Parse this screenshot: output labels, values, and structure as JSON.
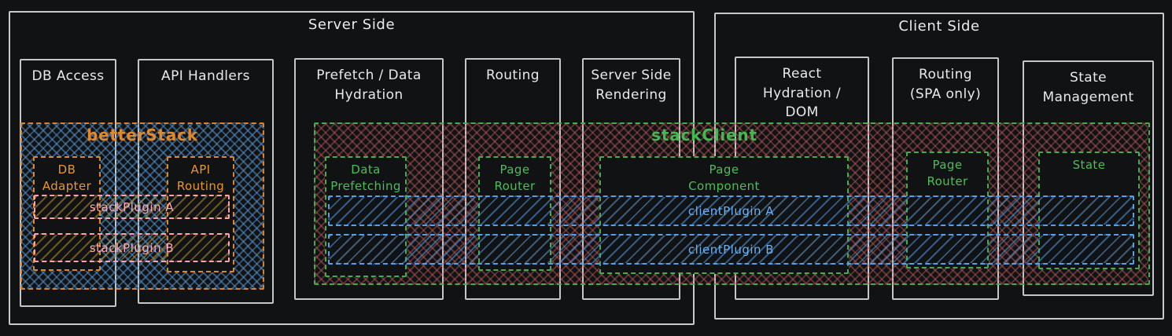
{
  "diagram": {
    "background": "#111214",
    "groups": {
      "server": {
        "title": "Server Side"
      },
      "client": {
        "title": "Client Side"
      }
    },
    "columns": {
      "db_access": {
        "title": "DB Access"
      },
      "api_handlers": {
        "title": "API Handlers"
      },
      "prefetch": {
        "title": "Prefetch / Data\nHydration"
      },
      "routing_server": {
        "title": "Routing"
      },
      "ssr": {
        "title": "Server Side\nRendering"
      },
      "react_hydration": {
        "title": "React\nHydration /\nDOM"
      },
      "routing_client": {
        "title": "Routing\n(SPA only)"
      },
      "state_mgmt": {
        "title": "State\nManagement"
      }
    },
    "overlays": {
      "betterstack": {
        "label": "betterStack",
        "accent": "#d9822b",
        "hatch_color": "#5492cb",
        "hatch_style": "crosshatch"
      },
      "stackclient": {
        "label": "stackClient",
        "accent": "#46b852",
        "hatch_color": "#c66060",
        "hatch_style": "crosshatch"
      }
    },
    "boxes": {
      "db_adapter": {
        "label": "DB\nAdapter",
        "accent": "#e8962e"
      },
      "api_routing": {
        "label": "API\nRouting",
        "accent": "#e8962e"
      },
      "data_prefetching": {
        "label": "Data\nPrefetching",
        "accent": "#4cbd59"
      },
      "page_router_server": {
        "label": "Page\nRouter",
        "accent": "#4cbd59"
      },
      "page_component": {
        "label": "Page\nComponent",
        "accent": "#4cbd59"
      },
      "page_router_client": {
        "label": "Page\nRouter",
        "accent": "#4cbd59"
      },
      "state": {
        "label": "State",
        "accent": "#4cbd59"
      }
    },
    "bars": {
      "stackplugin_a": {
        "label": "stackPlugin A",
        "accent": "#ffa8b5",
        "hatch_color": "#c69e2c"
      },
      "stackplugin_b": {
        "label": "stackPlugin B",
        "accent": "#ffa8b5",
        "hatch_color": "#c69e2c"
      },
      "clientplugin_a": {
        "label": "clientPlugin A",
        "accent": "#68b1f5",
        "hatch_color": "#5698d8"
      },
      "clientplugin_b": {
        "label": "clientPlugin B",
        "accent": "#68b1f5",
        "hatch_color": "#5698d8"
      }
    },
    "frame_color": "#c9c9c9",
    "text_color": "#e9e9e9"
  }
}
